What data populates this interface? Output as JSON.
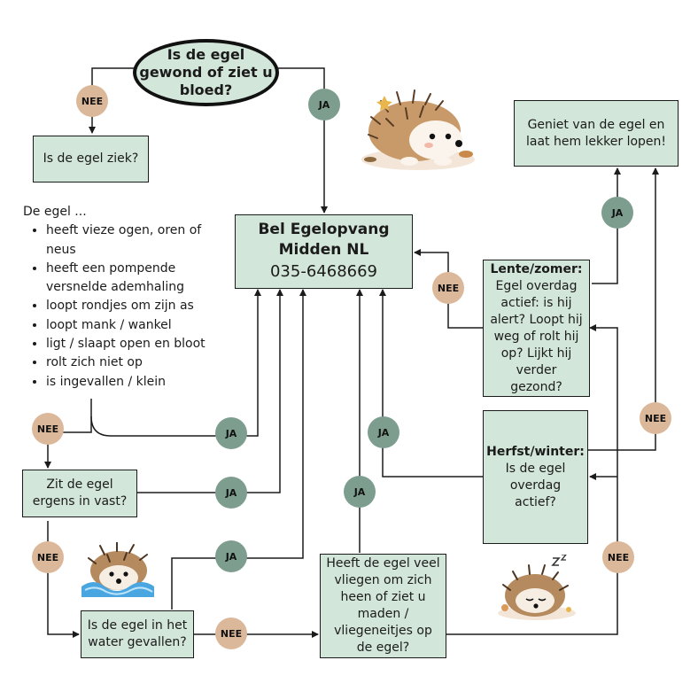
{
  "nodes": {
    "start": "Is de egel gewond of ziet u bloed?",
    "ziek": "Is de egel ziek?",
    "bel_title": "Bel Egelopvang Midden NL",
    "bel_phone": "035-6468669",
    "geniet": "Geniet van de egel en laat hem lekker lopen!",
    "lente_title": "Lente/zomer:",
    "lente_body": "Egel overdag actief: is hij alert? Loopt hij weg of rolt hij op? Lijkt hij verder gezond?",
    "herfst_title": "Herfst/winter:",
    "herfst_body": "Is de egel overdag actief?",
    "vast": "Zit de egel ergens in vast?",
    "water": "Is de egel in het water gevallen?",
    "vliegen": "Heeft de egel veel vliegen om zich heen of ziet u maden / vliegeneitjes op de egel?"
  },
  "symptoms": {
    "intro": "De egel ...",
    "items": [
      "heeft vieze ogen, oren of neus",
      "heeft een pompende versnelde ademhaling",
      "loopt rondjes om zijn as",
      "loopt mank / wankel",
      "ligt / slaapt open en bloot",
      "rolt zich niet op",
      "is ingevallen / klein"
    ]
  },
  "labels": {
    "ja": "JA",
    "nee": "NEE"
  },
  "illustrations": [
    "hedgehog-walking",
    "hedgehog-swimming",
    "hedgehog-sleeping"
  ],
  "colors": {
    "box": "#d3e6da",
    "ja": "#7d9e8f",
    "nee": "#dcb89a",
    "line": "#1b1b1b"
  }
}
